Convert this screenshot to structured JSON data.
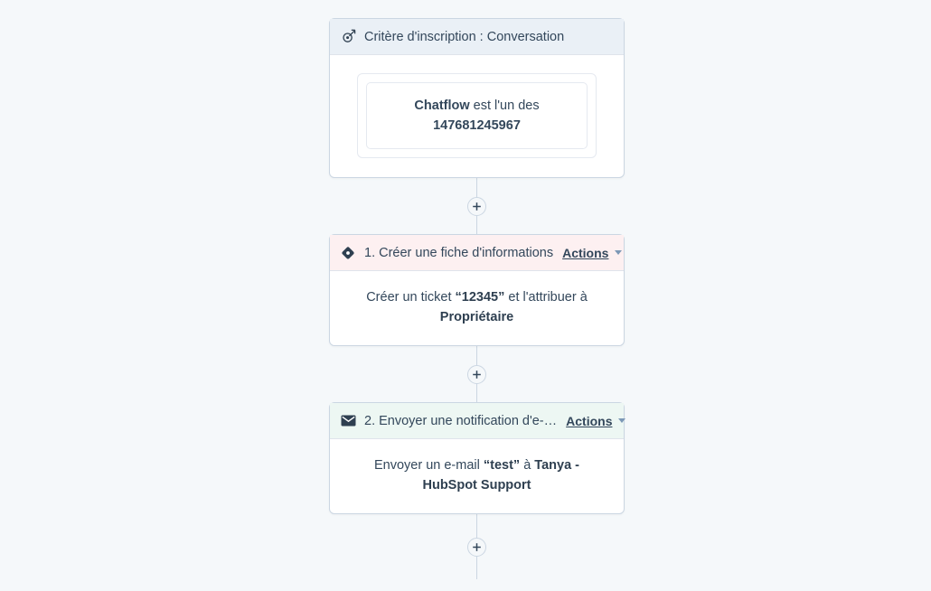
{
  "canvas": {
    "background_color": "#f5f8fa",
    "accent_color": "#33475b"
  },
  "flow": {
    "enrollment": {
      "icon": "target-arrow-icon",
      "header_color": "#eaf0f6",
      "title": "Critère d'inscription : Conversation",
      "filter": {
        "property": "Chatflow",
        "operator": "est l'un des",
        "value": "147681245967"
      }
    },
    "steps": [
      {
        "icon": "diamond-record-icon",
        "header_color": "#fdf0f1",
        "title": "1. Créer une fiche d'informations",
        "actions_label": "Actions",
        "body_prefix": "Créer un ticket ",
        "body_value": "“12345”",
        "body_middle": " et l'attribuer à ",
        "body_target": "Propriétaire"
      },
      {
        "icon": "envelope-icon",
        "header_color": "#edf7f3",
        "title": "2. Envoyer une notification d'e-…",
        "actions_label": "Actions",
        "body_prefix": "Envoyer un e-mail ",
        "body_value": "“test”",
        "body_middle": " à ",
        "body_target": "Tanya - HubSpot Support"
      }
    ],
    "connector": {
      "add_label": "+",
      "icon": "plus-icon"
    }
  }
}
